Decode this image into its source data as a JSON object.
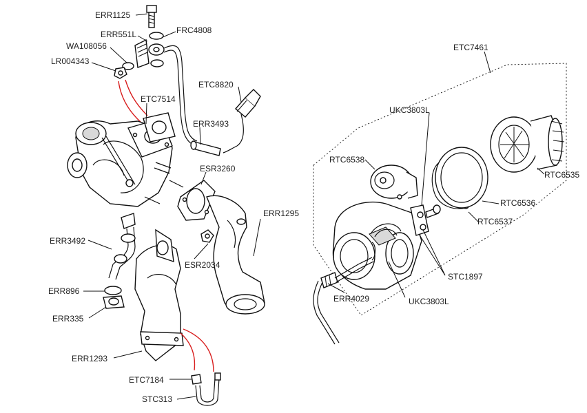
{
  "diagram": {
    "labels": {
      "err1125": "ERR1125",
      "err551l": "ERR551L",
      "frc4808": "FRC4808",
      "wa108056": "WA108056",
      "lr004343": "LR004343",
      "etc7461": "ETC7461",
      "etc8820": "ETC8820",
      "etc7514": "ETC7514",
      "ukc3803l_top": "UKC3803L",
      "err3493": "ERR3493",
      "rtc6538": "RTC6538",
      "esr3260": "ESR3260",
      "rtc6535": "RTC6535",
      "rtc6536": "RTC6536",
      "err1295": "ERR1295",
      "rtc6537": "RTC6537",
      "err3492": "ERR3492",
      "esr2034": "ESR2034",
      "stc1897": "STC1897",
      "err896": "ERR896",
      "err4029": "ERR4029",
      "ukc3803l_bottom": "UKC3803L",
      "err335": "ERR335",
      "err1293": "ERR1293",
      "etc7184": "ETC7184",
      "stc313": "STC313"
    },
    "colors": {
      "line": "#111111",
      "highlight": "#d81e1e",
      "connector_green": "#3a8a3a"
    }
  }
}
